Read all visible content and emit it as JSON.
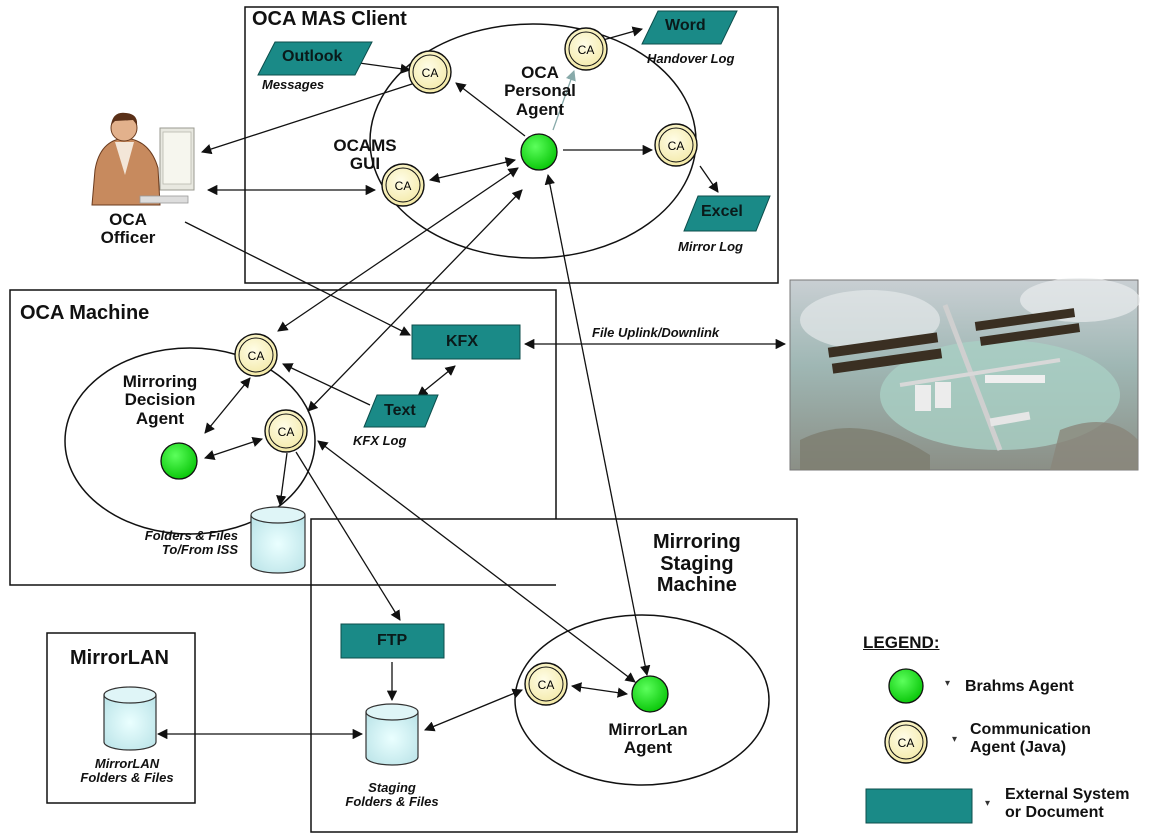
{
  "boxes": {
    "ocamas": "OCA MAS Client",
    "ocamachine": "OCA Machine",
    "mirroring": "Mirroring\nStaging\nMachine",
    "mirrorlan": "MirrorLAN"
  },
  "agents": {
    "personal": "OCA\nPersonal\nAgent",
    "gui": "OCAMS\nGUI",
    "officer": "OCA\nOfficer",
    "mirroring_decision": "Mirroring\nDecision\nAgent",
    "mirrorlan_agent": "MirrorLan\nAgent"
  },
  "ca_label": "CA",
  "external": {
    "outlook": "Outlook",
    "word": "Word",
    "excel": "Excel",
    "kfx": "KFX",
    "text": "Text",
    "ftp": "FTP"
  },
  "captions": {
    "messages": "Messages",
    "handover": "Handover Log",
    "mirrorlog": "Mirror Log",
    "kfxlog": "KFX Log",
    "folders_iss": "Folders & Files\nTo/From ISS",
    "staging": "Staging\nFolders & Files",
    "mirrorlan_folders": "MirrorLAN\nFolders & Files",
    "uplink": "File Uplink/Downlink"
  },
  "legend": {
    "title": "LEGEND:",
    "brahms": "Brahms Agent",
    "comm": "Communication\nAgent (Java)",
    "external": "External System\nor Document"
  },
  "colors": {
    "teal": "#1a8a87",
    "brahms_green": "#12d812",
    "ca_fill": "#fbf6c8"
  }
}
